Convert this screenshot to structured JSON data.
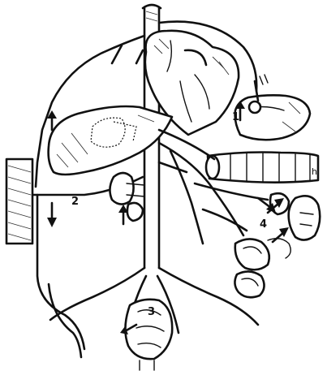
{
  "labels": {
    "l1": "1",
    "l2": "2",
    "l3": "3",
    "l4": "4",
    "vessel_tag": "h"
  },
  "colors": {
    "ink": "#111111",
    "paper": "#ffffff"
  }
}
